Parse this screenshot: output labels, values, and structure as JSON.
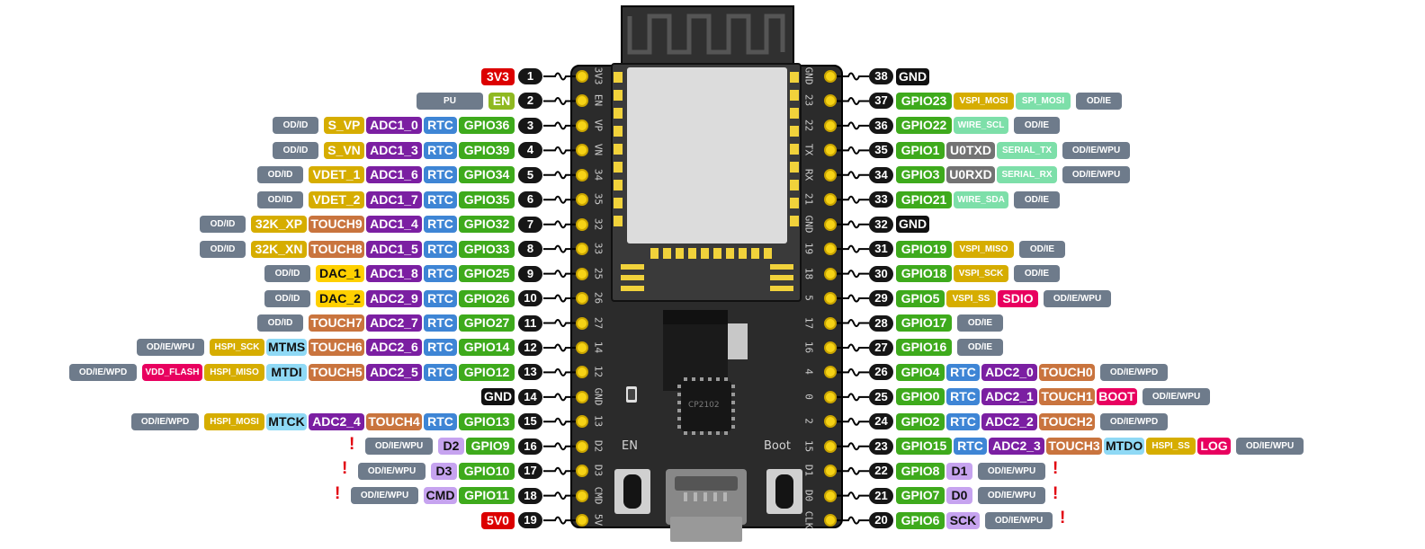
{
  "colors": {
    "power": "#dc0000",
    "gnd": "#111111",
    "en": "#8fb921",
    "gpio": "#3eaa1c",
    "rtc": "#3e85d5",
    "adc": "#7b1fa2",
    "touch": "#c9743e",
    "serial": "#d6ad00",
    "dac": "#ffd000",
    "mt": "#8fd9f5",
    "flash": "#c6a3ef",
    "periph": "#7ddfa9",
    "attr": "#6e7b8b",
    "uart": "#737373",
    "red": "#e8005f",
    "pullup": "#6e7b8b"
  },
  "board": {
    "en_label": "EN",
    "boot_label": "Boot",
    "chip_label": "CP2102"
  },
  "left_pins": [
    {
      "num": "1",
      "silk": "3V3",
      "labels": [
        {
          "t": "3V3",
          "c": "power"
        }
      ],
      "attr": ""
    },
    {
      "num": "2",
      "silk": "EN",
      "labels": [
        {
          "t": "EN",
          "c": "en"
        }
      ],
      "attr": "PU"
    },
    {
      "num": "3",
      "silk": "VP",
      "labels": [
        {
          "t": "GPIO36",
          "c": "gpio"
        },
        {
          "t": "RTC",
          "c": "rtc"
        },
        {
          "t": "ADC1_0",
          "c": "adc"
        },
        {
          "t": "S_VP",
          "c": "serial"
        }
      ],
      "attr": "OD/ID"
    },
    {
      "num": "4",
      "silk": "VN",
      "labels": [
        {
          "t": "GPIO39",
          "c": "gpio"
        },
        {
          "t": "RTC",
          "c": "rtc"
        },
        {
          "t": "ADC1_3",
          "c": "adc"
        },
        {
          "t": "S_VN",
          "c": "serial"
        }
      ],
      "attr": "OD/ID"
    },
    {
      "num": "5",
      "silk": "34",
      "labels": [
        {
          "t": "GPIO34",
          "c": "gpio"
        },
        {
          "t": "RTC",
          "c": "rtc"
        },
        {
          "t": "ADC1_6",
          "c": "adc"
        },
        {
          "t": "VDET_1",
          "c": "serial"
        }
      ],
      "attr": "OD/ID"
    },
    {
      "num": "6",
      "silk": "35",
      "labels": [
        {
          "t": "GPIO35",
          "c": "gpio"
        },
        {
          "t": "RTC",
          "c": "rtc"
        },
        {
          "t": "ADC1_7",
          "c": "adc"
        },
        {
          "t": "VDET_2",
          "c": "serial"
        }
      ],
      "attr": "OD/ID"
    },
    {
      "num": "7",
      "silk": "32",
      "labels": [
        {
          "t": "GPIO32",
          "c": "gpio"
        },
        {
          "t": "RTC",
          "c": "rtc"
        },
        {
          "t": "ADC1_4",
          "c": "adc"
        },
        {
          "t": "TOUCH9",
          "c": "touch"
        },
        {
          "t": "32K_XP",
          "c": "serial"
        }
      ],
      "attr": "OD/ID"
    },
    {
      "num": "8",
      "silk": "33",
      "labels": [
        {
          "t": "GPIO33",
          "c": "gpio"
        },
        {
          "t": "RTC",
          "c": "rtc"
        },
        {
          "t": "ADC1_5",
          "c": "adc"
        },
        {
          "t": "TOUCH8",
          "c": "touch"
        },
        {
          "t": "32K_XN",
          "c": "serial"
        }
      ],
      "attr": "OD/ID"
    },
    {
      "num": "9",
      "silk": "25",
      "labels": [
        {
          "t": "GPIO25",
          "c": "gpio"
        },
        {
          "t": "RTC",
          "c": "rtc"
        },
        {
          "t": "ADC1_8",
          "c": "adc"
        },
        {
          "t": "DAC_1",
          "c": "dac"
        }
      ],
      "attr": "OD/ID"
    },
    {
      "num": "10",
      "silk": "26",
      "labels": [
        {
          "t": "GPIO26",
          "c": "gpio"
        },
        {
          "t": "RTC",
          "c": "rtc"
        },
        {
          "t": "ADC2_9",
          "c": "adc"
        },
        {
          "t": "DAC_2",
          "c": "dac"
        }
      ],
      "attr": "OD/ID"
    },
    {
      "num": "11",
      "silk": "27",
      "labels": [
        {
          "t": "GPIO27",
          "c": "gpio"
        },
        {
          "t": "RTC",
          "c": "rtc"
        },
        {
          "t": "ADC2_7",
          "c": "adc"
        },
        {
          "t": "TOUCH7",
          "c": "touch"
        }
      ],
      "attr": "OD/ID"
    },
    {
      "num": "12",
      "silk": "14",
      "labels": [
        {
          "t": "GPIO14",
          "c": "gpio"
        },
        {
          "t": "RTC",
          "c": "rtc"
        },
        {
          "t": "ADC2_6",
          "c": "adc"
        },
        {
          "t": "TOUCH6",
          "c": "touch"
        },
        {
          "t": "MTMS",
          "c": "mt"
        },
        {
          "t": "HSPI_SCK",
          "c": "serial",
          "s": 1
        }
      ],
      "attr": "OD/IE/WPU"
    },
    {
      "num": "13",
      "silk": "12",
      "labels": [
        {
          "t": "GPIO12",
          "c": "gpio"
        },
        {
          "t": "RTC",
          "c": "rtc"
        },
        {
          "t": "ADC2_5",
          "c": "adc"
        },
        {
          "t": "TOUCH5",
          "c": "touch"
        },
        {
          "t": "MTDI",
          "c": "mt"
        },
        {
          "t": "HSPI_MISO",
          "c": "serial",
          "s": 1
        },
        {
          "t": "VDD_FLASH",
          "c": "red",
          "s": 1
        }
      ],
      "attr": "OD/IE/WPD"
    },
    {
      "num": "14",
      "silk": "GND",
      "labels": [
        {
          "t": "GND",
          "c": "gnd"
        }
      ],
      "attr": ""
    },
    {
      "num": "15",
      "silk": "13",
      "labels": [
        {
          "t": "GPIO13",
          "c": "gpio"
        },
        {
          "t": "RTC",
          "c": "rtc"
        },
        {
          "t": "TOUCH4",
          "c": "touch"
        },
        {
          "t": "ADC2_4",
          "c": "adc"
        },
        {
          "t": "MTCK",
          "c": "mt"
        },
        {
          "t": "HSPI_MOSI",
          "c": "serial",
          "s": 1
        }
      ],
      "attr": "OD/IE/WPD"
    },
    {
      "num": "16",
      "silk": "D2",
      "labels": [
        {
          "t": "GPIO9",
          "c": "gpio"
        },
        {
          "t": "D2",
          "c": "flash"
        }
      ],
      "attr": "OD/IE/WPU",
      "warn": "!"
    },
    {
      "num": "17",
      "silk": "D3",
      "labels": [
        {
          "t": "GPIO10",
          "c": "gpio"
        },
        {
          "t": "D3",
          "c": "flash"
        }
      ],
      "attr": "OD/IE/WPU",
      "warn": "!"
    },
    {
      "num": "18",
      "silk": "CMD",
      "labels": [
        {
          "t": "GPIO11",
          "c": "gpio"
        },
        {
          "t": "CMD",
          "c": "flash"
        }
      ],
      "attr": "OD/IE/WPU",
      "warn": "!"
    },
    {
      "num": "19",
      "silk": "5V",
      "labels": [
        {
          "t": "5V0",
          "c": "power"
        }
      ],
      "attr": ""
    }
  ],
  "right_pins": [
    {
      "num": "38",
      "silk": "GND",
      "labels": [
        {
          "t": "GND",
          "c": "gnd"
        }
      ],
      "attr": ""
    },
    {
      "num": "37",
      "silk": "23",
      "labels": [
        {
          "t": "GPIO23",
          "c": "gpio"
        },
        {
          "t": "VSPI_MOSI",
          "c": "serial",
          "s": 1
        },
        {
          "t": "SPI_MOSI",
          "c": "periph",
          "s": 1
        }
      ],
      "attr": "OD/IE"
    },
    {
      "num": "36",
      "silk": "22",
      "labels": [
        {
          "t": "GPIO22",
          "c": "gpio"
        },
        {
          "t": "WIRE_SCL",
          "c": "periph",
          "s": 1
        }
      ],
      "attr": "OD/IE"
    },
    {
      "num": "35",
      "silk": "TX",
      "labels": [
        {
          "t": "GPIO1",
          "c": "gpio"
        },
        {
          "t": "U0TXD",
          "c": "uart"
        },
        {
          "t": "SERIAL_TX",
          "c": "periph",
          "s": 1
        }
      ],
      "attr": "OD/IE/WPU"
    },
    {
      "num": "34",
      "silk": "RX",
      "labels": [
        {
          "t": "GPIO3",
          "c": "gpio"
        },
        {
          "t": "U0RXD",
          "c": "uart"
        },
        {
          "t": "SERIAL_RX",
          "c": "periph",
          "s": 1
        }
      ],
      "attr": "OD/IE/WPU"
    },
    {
      "num": "33",
      "silk": "21",
      "labels": [
        {
          "t": "GPIO21",
          "c": "gpio"
        },
        {
          "t": "WIRE_SDA",
          "c": "periph",
          "s": 1
        }
      ],
      "attr": "OD/IE"
    },
    {
      "num": "32",
      "silk": "GND",
      "labels": [
        {
          "t": "GND",
          "c": "gnd"
        }
      ],
      "attr": ""
    },
    {
      "num": "31",
      "silk": "19",
      "labels": [
        {
          "t": "GPIO19",
          "c": "gpio"
        },
        {
          "t": "VSPI_MISO",
          "c": "serial",
          "s": 1
        }
      ],
      "attr": "OD/IE"
    },
    {
      "num": "30",
      "silk": "18",
      "labels": [
        {
          "t": "GPIO18",
          "c": "gpio"
        },
        {
          "t": "VSPI_SCK",
          "c": "serial",
          "s": 1
        }
      ],
      "attr": "OD/IE"
    },
    {
      "num": "29",
      "silk": "5",
      "labels": [
        {
          "t": "GPIO5",
          "c": "gpio"
        },
        {
          "t": "VSPI_SS",
          "c": "serial",
          "s": 1
        },
        {
          "t": "SDIO",
          "c": "red"
        }
      ],
      "attr": "OD/IE/WPU"
    },
    {
      "num": "28",
      "silk": "17",
      "labels": [
        {
          "t": "GPIO17",
          "c": "gpio"
        }
      ],
      "attr": "OD/IE"
    },
    {
      "num": "27",
      "silk": "16",
      "labels": [
        {
          "t": "GPIO16",
          "c": "gpio"
        }
      ],
      "attr": "OD/IE"
    },
    {
      "num": "26",
      "silk": "4",
      "labels": [
        {
          "t": "GPIO4",
          "c": "gpio"
        },
        {
          "t": "RTC",
          "c": "rtc"
        },
        {
          "t": "ADC2_0",
          "c": "adc"
        },
        {
          "t": "TOUCH0",
          "c": "touch"
        }
      ],
      "attr": "OD/IE/WPD"
    },
    {
      "num": "25",
      "silk": "0",
      "labels": [
        {
          "t": "GPIO0",
          "c": "gpio"
        },
        {
          "t": "RTC",
          "c": "rtc"
        },
        {
          "t": "ADC2_1",
          "c": "adc"
        },
        {
          "t": "TOUCH1",
          "c": "touch"
        },
        {
          "t": "BOOT",
          "c": "red"
        }
      ],
      "attr": "OD/IE/WPU"
    },
    {
      "num": "24",
      "silk": "2",
      "labels": [
        {
          "t": "GPIO2",
          "c": "gpio"
        },
        {
          "t": "RTC",
          "c": "rtc"
        },
        {
          "t": "ADC2_2",
          "c": "adc"
        },
        {
          "t": "TOUCH2",
          "c": "touch"
        }
      ],
      "attr": "OD/IE/WPD"
    },
    {
      "num": "23",
      "silk": "15",
      "labels": [
        {
          "t": "GPIO15",
          "c": "gpio"
        },
        {
          "t": "RTC",
          "c": "rtc"
        },
        {
          "t": "ADC2_3",
          "c": "adc"
        },
        {
          "t": "TOUCH3",
          "c": "touch"
        },
        {
          "t": "MTDO",
          "c": "mt"
        },
        {
          "t": "HSPI_SS",
          "c": "serial",
          "s": 1
        },
        {
          "t": "LOG",
          "c": "red"
        }
      ],
      "attr": "OD/IE/WPU"
    },
    {
      "num": "22",
      "silk": "D1",
      "labels": [
        {
          "t": "GPIO8",
          "c": "gpio"
        },
        {
          "t": "D1",
          "c": "flash"
        }
      ],
      "attr": "OD/IE/WPU",
      "warn": "!"
    },
    {
      "num": "21",
      "silk": "D0",
      "labels": [
        {
          "t": "GPIO7",
          "c": "gpio"
        },
        {
          "t": "D0",
          "c": "flash"
        }
      ],
      "attr": "OD/IE/WPU",
      "warn": "!"
    },
    {
      "num": "20",
      "silk": "CLK",
      "labels": [
        {
          "t": "GPIO6",
          "c": "gpio"
        },
        {
          "t": "SCK",
          "c": "flash"
        }
      ],
      "attr": "OD/IE/WPU",
      "warn": "!"
    }
  ]
}
